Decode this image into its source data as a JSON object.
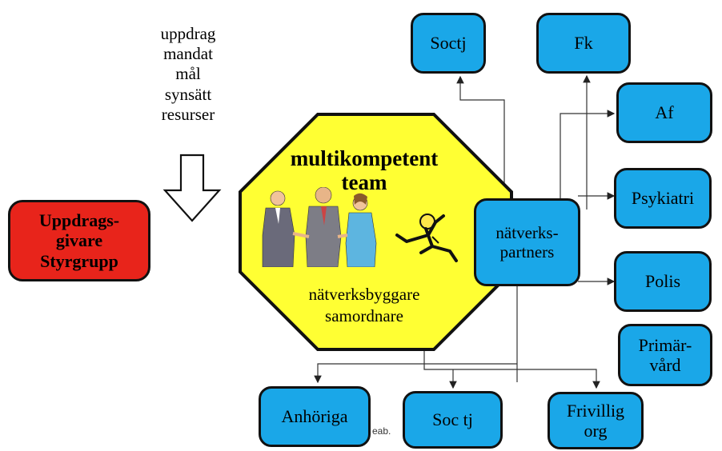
{
  "tasks_text": "uppdrag\nmandat\nmål\nsynsätt\nresurser",
  "client_box": "Uppdrags-\ngivare\nStyrgrupp",
  "team": {
    "title": "multikompetent\nteam",
    "subtitle": "nätverksbyggare\nsamordnare"
  },
  "hub": "nätverks-\npartners",
  "partners": {
    "soctj_top": "Soctj",
    "fk": "Fk",
    "af": "Af",
    "psykiatri": "Psykiatri",
    "polis": "Polis",
    "primarvard": "Primär-\nvård",
    "anhoriga": "Anhöriga",
    "soc_tj_bottom": "Soc  tj",
    "frivillig": "Frivillig\norg"
  },
  "watermark": "eab.",
  "colors": {
    "partner_box": "#1aa7e8",
    "client_box": "#e8241b",
    "team_octagon": "#ffff33"
  }
}
